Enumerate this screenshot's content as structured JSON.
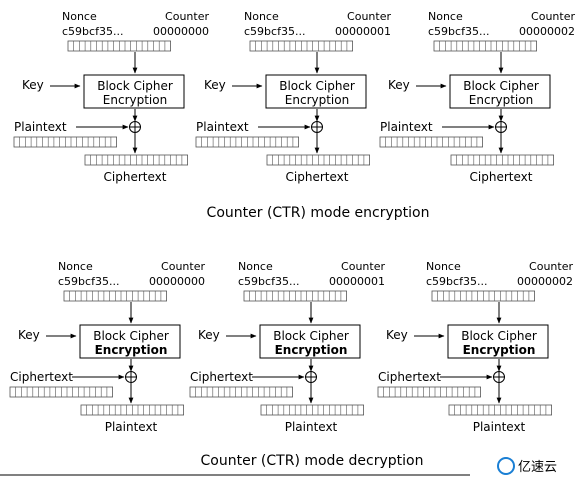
{
  "diagram": {
    "encryption": {
      "caption": "Counter (CTR) mode encryption",
      "stages": [
        {
          "nonce_label": "Nonce",
          "nonce_value": "c59bcf35...",
          "counter_label": "Counter",
          "counter_value": "00000000",
          "key_label": "Key",
          "cipher_line1": "Block Cipher",
          "cipher_line2": "Encryption",
          "input_label": "Plaintext",
          "output_label": "Ciphertext"
        },
        {
          "nonce_label": "Nonce",
          "nonce_value": "c59bcf35...",
          "counter_label": "Counter",
          "counter_value": "00000001",
          "key_label": "Key",
          "cipher_line1": "Block Cipher",
          "cipher_line2": "Encryption",
          "input_label": "Plaintext",
          "output_label": "Ciphertext"
        },
        {
          "nonce_label": "Nonce",
          "nonce_value": "c59bcf35...",
          "counter_label": "Counter",
          "counter_value": "00000002",
          "key_label": "Key",
          "cipher_line1": "Block Cipher",
          "cipher_line2": "Encryption",
          "input_label": "Plaintext",
          "output_label": "Ciphertext"
        }
      ]
    },
    "decryption": {
      "caption": "Counter (CTR) mode decryption",
      "stages": [
        {
          "nonce_label": "Nonce",
          "nonce_value": "c59bcf35...",
          "counter_label": "Counter",
          "counter_value": "00000000",
          "key_label": "Key",
          "cipher_line1": "Block Cipher",
          "cipher_line2": "Encryption",
          "input_label": "Ciphertext",
          "output_label": "Plaintext"
        },
        {
          "nonce_label": "Nonce",
          "nonce_value": "c59bcf35...",
          "counter_label": "Counter",
          "counter_value": "00000001",
          "key_label": "Key",
          "cipher_line1": "Block Cipher",
          "cipher_line2": "Encryption",
          "input_label": "Ciphertext",
          "output_label": "Plaintext"
        },
        {
          "nonce_label": "Nonce",
          "nonce_value": "c59bcf35...",
          "counter_label": "Counter",
          "counter_value": "00000002",
          "key_label": "Key",
          "cipher_line1": "Block Cipher",
          "cipher_line2": "Encryption",
          "input_label": "Ciphertext",
          "output_label": "Plaintext"
        }
      ]
    }
  },
  "watermark": {
    "text": "亿速云",
    "color": "#1a7fd4"
  }
}
